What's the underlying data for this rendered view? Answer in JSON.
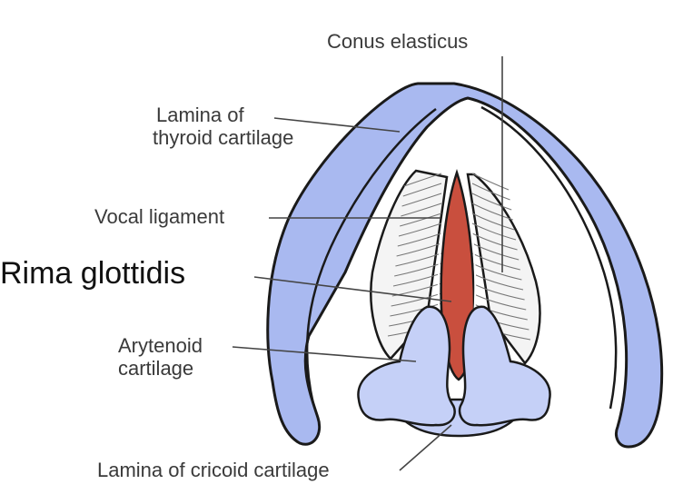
{
  "labels": {
    "conus": "Conus elasticus",
    "thyroid_line1": "Lamina of",
    "thyroid_line2": "thyroid cartilage",
    "vocal": "Vocal ligament",
    "rima": "Rima glottidis",
    "arytenoid_line1": "Arytenoid",
    "arytenoid_line2": "cartilage",
    "cricoid": "Lamina of cricoid cartilage"
  },
  "colors": {
    "cartilage_fill": "#a9b9f0",
    "cartilage_light": "#c5d0f7",
    "outline": "#1a1a1a",
    "glottis": "#c94f3e",
    "glottis_light": "#e07a62",
    "muscle_fill": "#f4f4f4",
    "leader": "#444444"
  }
}
